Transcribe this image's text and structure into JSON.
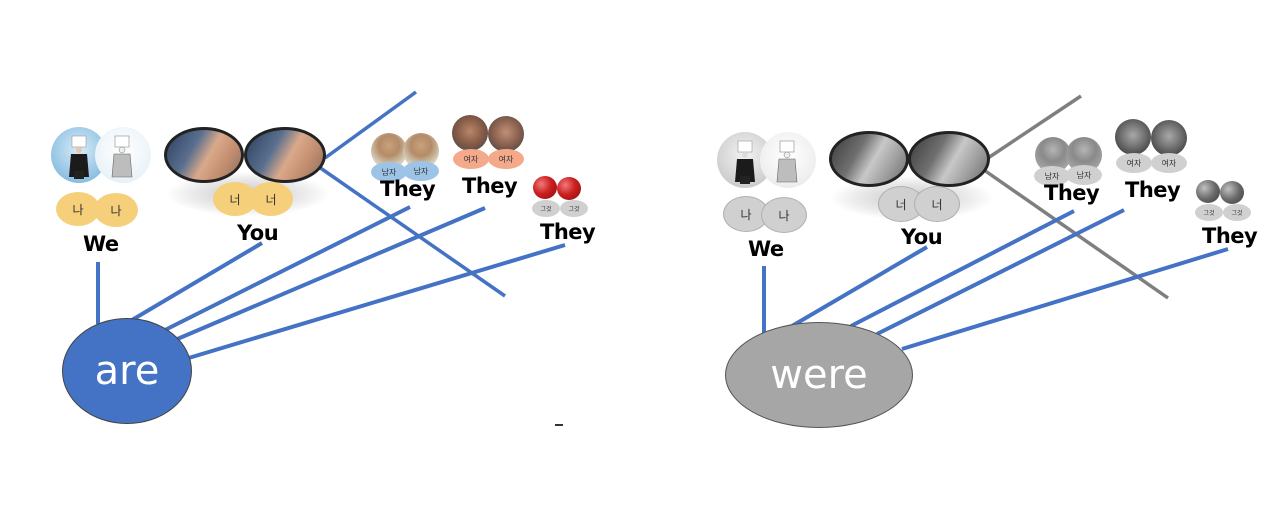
{
  "colors": {
    "line_blue": "#4472c4",
    "line_gray": "#7f7f7f",
    "verb_present_fill": "#4472c4",
    "verb_past_fill": "#a6a6a6",
    "pill_orange": "#f6cf7a",
    "pill_blue": "#9dc3e6",
    "pill_salmon": "#f4a98a",
    "pill_gray": "#d0d0d0"
  },
  "panels": [
    {
      "id": "present",
      "verb": "are",
      "groups": {
        "we": {
          "label": "We",
          "pills": [
            "나",
            "나"
          ],
          "image": "two-businesswomen-holding-signs"
        },
        "you": {
          "label": "You",
          "pills": [
            "너",
            "너"
          ],
          "image": "pointing-finger"
        },
        "they_men": {
          "label": "They",
          "pills": [
            "남자",
            "남자"
          ],
          "image": "two-men"
        },
        "they_women": {
          "label": "They",
          "pills": [
            "여자",
            "여자"
          ],
          "image": "two-women"
        },
        "they_things": {
          "label": "They",
          "pills": [
            "그것",
            "그것"
          ],
          "image": "two-red-apples"
        }
      }
    },
    {
      "id": "past",
      "verb": "were",
      "groups": {
        "we": {
          "label": "We",
          "pills": [
            "나",
            "나"
          ],
          "image": "two-businesswomen-holding-signs-grayscale"
        },
        "you": {
          "label": "You",
          "pills": [
            "너",
            "너"
          ],
          "image": "pointing-finger-grayscale"
        },
        "they_men": {
          "label": "They",
          "pills": [
            "남자",
            "남자"
          ],
          "image": "two-men-grayscale"
        },
        "they_women": {
          "label": "They",
          "pills": [
            "여자",
            "여자"
          ],
          "image": "two-women-grayscale"
        },
        "they_things": {
          "label": "They",
          "pills": [
            "그것",
            "그것"
          ],
          "image": "two-apples-grayscale"
        }
      }
    }
  ]
}
